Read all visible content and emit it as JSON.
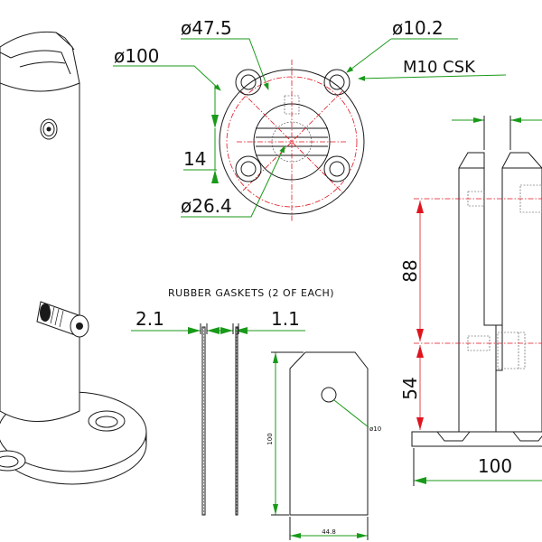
{
  "top_view": {
    "dim_outer_diameter": "ø100",
    "dim_pitch_circle": "ø47.5",
    "dim_hole_diameter": "ø10.2",
    "dim_screw": "M10 CSK",
    "dim_slot_width": "14",
    "dim_post_diameter": "ø26.4"
  },
  "gaskets": {
    "title": "RUBBER GASKETS (2 OF EACH)",
    "dim_thick_a": "2.1",
    "dim_thick_b": "1.1",
    "dim_height": "100",
    "dim_width": "44.8",
    "dim_hole": "ø10"
  },
  "side_view": {
    "dim_upper": "88",
    "dim_lower": "54",
    "dim_base": "100"
  }
}
